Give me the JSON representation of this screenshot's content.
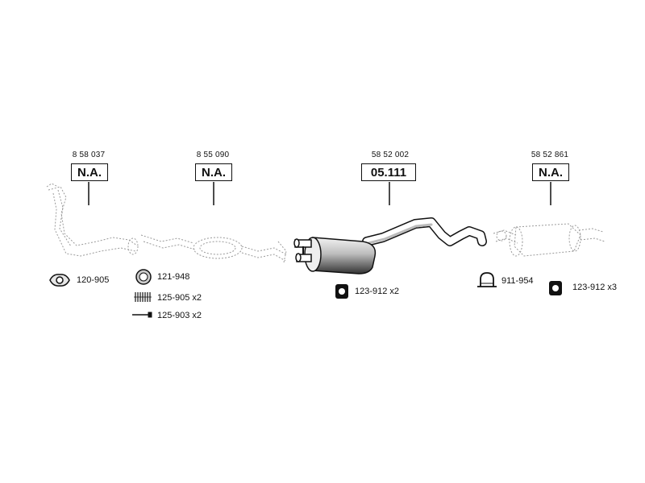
{
  "groups": [
    {
      "ref": "8 58 037",
      "code": "N.A."
    },
    {
      "ref": "8 55 090",
      "code": "N.A."
    },
    {
      "ref": "58 52 002",
      "code": "05.111"
    },
    {
      "ref": "58 52 861",
      "code": "N.A."
    }
  ],
  "parts": [
    {
      "label": "120-905",
      "icon": "gasket-icon"
    },
    {
      "label": "121-948",
      "icon": "ring-seal-icon"
    },
    {
      "label": "125-905 x2",
      "icon": "spring-icon"
    },
    {
      "label": "125-903 x2",
      "icon": "bolt-icon"
    },
    {
      "label": "123-912 x2",
      "icon": "rubber-hanger-icon"
    },
    {
      "label": "911-954",
      "icon": "clamp-icon"
    },
    {
      "label": "123-912 x3",
      "icon": "rubber-hanger-icon"
    }
  ],
  "colors": {
    "line": "#111111",
    "muffler_light": "#dcdcdc",
    "muffler_dark": "#3a3a3a",
    "ghost": "#9a9a9a"
  }
}
